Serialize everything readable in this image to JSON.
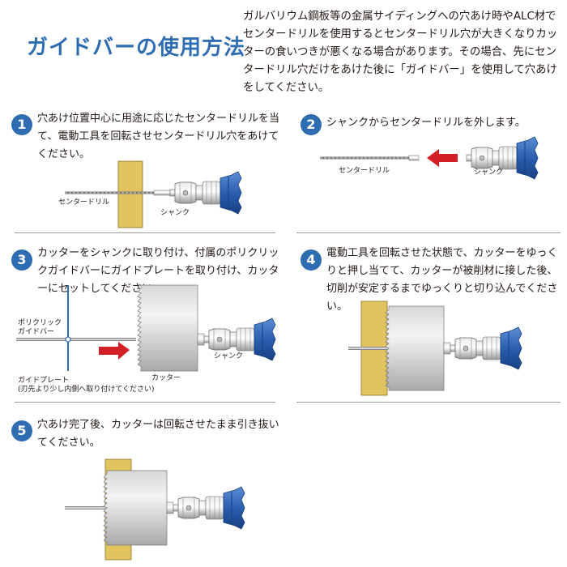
{
  "page": {
    "title": "ガイドバーの使用方法",
    "intro": "ガルバリウム鋼板等の金属サイディングへの穴あけ時やALC材でセンタードリルを使用するとセンタードリル穴が大きくなりカッターの食いつきが悪くなる場合があります。その場合、先にセンタードリル穴だけをあけた後に「ガイドバー」を使用して穴あけをしてください。"
  },
  "colors": {
    "accent": "#2f6db3",
    "arrow": "#d31f26",
    "wood": "#e2c45e",
    "tool_blue": "#2a5fb0"
  },
  "steps": [
    {
      "number": "1",
      "text": "穴あけ位置中心に用途に応じたセンタードリルを当て、電動工具を回転させセンタードリル穴をあけてください。",
      "labels": {
        "center_drill": "センタードリル",
        "shank": "シャンク"
      }
    },
    {
      "number": "2",
      "text": "シャンクからセンタードリルを外します。",
      "labels": {
        "center_drill": "センタードリル",
        "shank": "シャンク"
      }
    },
    {
      "number": "3",
      "text": "カッターをシャンクに取り付け、付属のポリクリックガイドバーにガイドプレートを取り付け、カッターにセットしてください。",
      "labels": {
        "guide_bar_line1": "ポリクリック",
        "guide_bar_line2": "ガイドバー",
        "guide_plate_line1": "ガイドプレート",
        "guide_plate_line2": "(刃先より少し内側へ取り付けてください)",
        "shank": "シャンク",
        "cutter": "カッター"
      }
    },
    {
      "number": "4",
      "text": "電動工具を回転させた状態で、カッターをゆっくりと押し当てて、カッターが被削材に接した後、切削が安定するまでゆっくりと切り込んでください。"
    },
    {
      "number": "5",
      "text": "穴あけ完了後、カッターは回転させたまま引き抜いてください。"
    }
  ]
}
